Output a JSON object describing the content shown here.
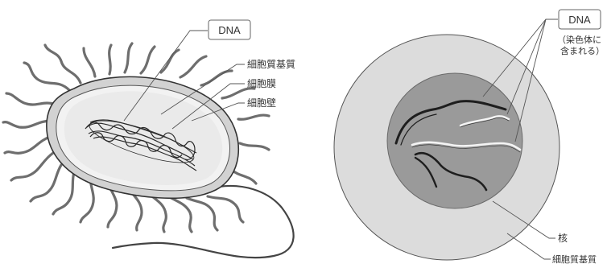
{
  "prokaryote": {
    "labels": {
      "dna": "DNA",
      "cytoplasm": "細胞質基質",
      "cell_membrane": "細胞膜",
      "cell_wall": "細胞壁"
    }
  },
  "eukaryote": {
    "labels": {
      "dna": "DNA",
      "dna_note_line1": "（染色体に",
      "dna_note_line2": "含まれる）",
      "nucleus": "核",
      "cytoplasm": "細胞質基質"
    }
  },
  "colors": {
    "outline": "#333333",
    "cell_fill": "#ebebeb",
    "cell_wall_fill": "#d2d2d2",
    "membrane_inner": "#f7f7f7",
    "nucleus_fill": "#9a9a9a",
    "cytoplasm_fill": "#dcdcdc",
    "dna_dark": "#1e1e1e",
    "dna_light": "#f4f4f4",
    "flagella": "#6e6e6e"
  }
}
